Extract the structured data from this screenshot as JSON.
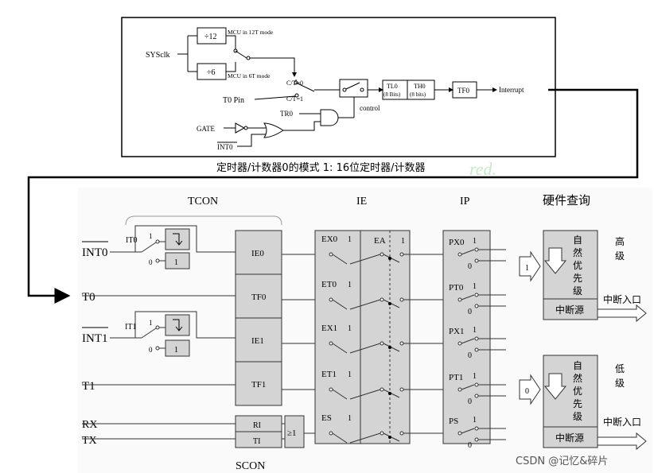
{
  "top": {
    "sysclk": "SYSclk",
    "div12": "÷12",
    "div6": "÷6",
    "mcu12t": "MCU in 12T mode",
    "mcu6t": "MCU in 6T mode",
    "ct0": "C/T=0",
    "ct1": "C/T=1",
    "t0pin": "T0 Pin",
    "tl0_a": "TL0",
    "tl0_b": "(8 Bits)",
    "th0_a": "TH0",
    "th0_b": "(8 bits)",
    "tf0": "TF0",
    "interrupt": "Interrupt",
    "control": "control",
    "tr0": "TR0",
    "gate": "GATE",
    "int0": "INT0",
    "caption": "定时器/计数器0的模式 1: 16位定时器/计数器"
  },
  "bottom": {
    "tcon": "TCON",
    "ie": "IE",
    "ip": "IP",
    "hw_query": "硬件查询",
    "inputs": [
      "INT0",
      "T0",
      "INT1",
      "T1",
      "RX",
      "TX"
    ],
    "it0": "IT0",
    "it1": "IT1",
    "flags": [
      "IE0",
      "TF0",
      "IE1",
      "TF1"
    ],
    "ri": "RI",
    "ti": "TI",
    "ge1": "≥1",
    "scon": "SCON",
    "ie_bits": [
      "EX0",
      "ET0",
      "EX1",
      "ET1",
      "ES"
    ],
    "ea": "EA",
    "ip_bits": [
      "PX0",
      "PT0",
      "PX1",
      "PT1",
      "PS"
    ],
    "one": "1",
    "zero": "0",
    "high": "高\n级",
    "low": "低\n级",
    "natural_priority": "自然优先级",
    "int_source": "中断源",
    "int_entry": "中断入口",
    "arrow_high_val": "1",
    "arrow_low_val": "0"
  },
  "watermark": "CSDN @记忆&碎片",
  "colors": {
    "gray_block": "#d4d4d4",
    "line": "#1a1a1a",
    "connector": "#000000"
  }
}
